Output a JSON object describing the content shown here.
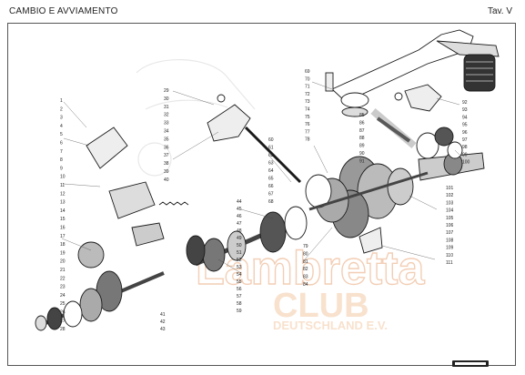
{
  "header": {
    "title": "CAMBIO E AVVIAMENTO",
    "plate": "Tav. V"
  },
  "watermark": {
    "line1": "Lambretta",
    "line2": "CLUB",
    "line3": "DEUTSCHLAND E.V.",
    "color": "#e9a77a"
  },
  "callouts": {
    "left_column": [
      "1",
      "2",
      "3",
      "4",
      "5",
      "6",
      "7",
      "8",
      "9",
      "10",
      "11",
      "12",
      "13",
      "14",
      "15",
      "16",
      "17",
      "18",
      "19",
      "20",
      "21",
      "22",
      "23",
      "24",
      "25",
      "26",
      "27",
      "28"
    ],
    "upper_center": [
      "29",
      "30",
      "31",
      "32",
      "33",
      "34",
      "35",
      "36",
      "37",
      "38",
      "39",
      "40"
    ],
    "lower_center": [
      "41",
      "42",
      "43",
      "44",
      "45",
      "46",
      "47",
      "48",
      "49",
      "50",
      "51",
      "52",
      "53",
      "54",
      "55",
      "56",
      "57",
      "58",
      "59"
    ],
    "mid_center": [
      "60",
      "61",
      "62",
      "63",
      "64",
      "65",
      "66",
      "67",
      "68"
    ],
    "upper_right": [
      "69",
      "70",
      "71",
      "72",
      "73",
      "74",
      "75",
      "76",
      "77",
      "78"
    ],
    "center_right": [
      "79",
      "80",
      "81",
      "82",
      "83",
      "84",
      "85",
      "86",
      "87",
      "88",
      "89",
      "90",
      "91"
    ],
    "right_column": [
      "92",
      "93",
      "94",
      "95",
      "96",
      "97",
      "98",
      "99",
      "100",
      "101",
      "102",
      "103",
      "104",
      "105",
      "106",
      "107",
      "108",
      "109",
      "110",
      "111"
    ]
  },
  "colors": {
    "ink": "#1a1a1a",
    "frame": "#555555",
    "watermark": "#e9a77a"
  }
}
